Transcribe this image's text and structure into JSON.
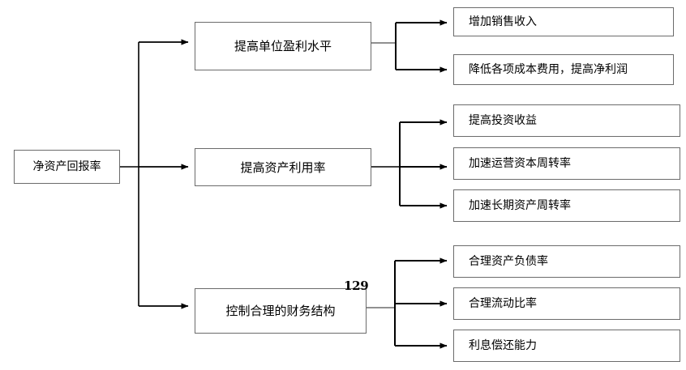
{
  "diagram": {
    "type": "tree-hierarchy",
    "orientation": "left-to-right",
    "page_number": "129",
    "colors": {
      "box_border": "#6b6b6b",
      "connector": "#000000",
      "background": "#ffffff",
      "text": "#000000"
    },
    "root": {
      "label": "净资产回报率"
    },
    "branches": [
      {
        "label": "提高单位盈利水平",
        "leaves": [
          {
            "label": "增加销售收入"
          },
          {
            "label": "降低各项成本费用，提高净利润"
          }
        ]
      },
      {
        "label": "提高资产利用率",
        "leaves": [
          {
            "label": "提高投资收益"
          },
          {
            "label": "加速运营资本周转率"
          },
          {
            "label": "加速长期资产周转率"
          }
        ]
      },
      {
        "label": "控制合理的财务结构",
        "leaves": [
          {
            "label": "合理资产负债率"
          },
          {
            "label": "合理流动比率"
          },
          {
            "label": "利息偿还能力"
          }
        ]
      }
    ]
  }
}
